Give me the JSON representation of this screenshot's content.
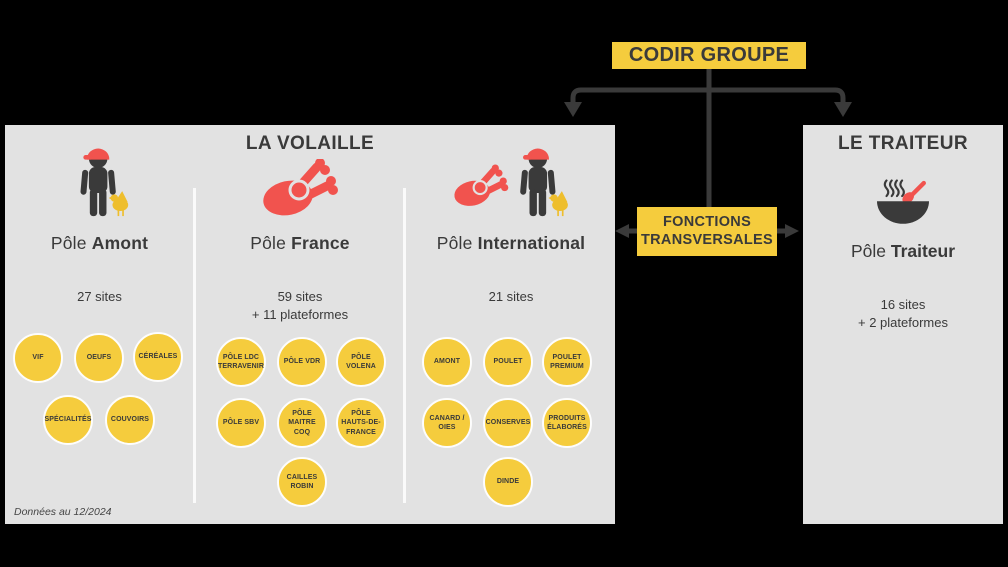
{
  "codir": {
    "label": "CODIR GROUPE"
  },
  "fonctions": {
    "line1": "FONCTIONS",
    "line2": "TRANSVERSALES"
  },
  "volaille": {
    "title": "LA VOLAILLE",
    "poles": [
      {
        "prefix": "Pôle",
        "name": "Amont",
        "sites": "27 sites",
        "plateformes": "",
        "icon": "farmer-with-chicken-icon",
        "bubbles": [
          "VIF",
          "OEUFS",
          "CÉRÉALES",
          "SPÉCIALITÉS",
          "COUVOIRS"
        ]
      },
      {
        "prefix": "Pôle",
        "name": "France",
        "sites": "59 sites",
        "plateformes": "+ 11 plateformes",
        "icon": "roast-poultry-icon",
        "bubbles": [
          "PÔLE LDC TERRAVENIR",
          "PÔLE VDR",
          "PÔLE VOLENA",
          "PÔLE SBV",
          "PÔLE MAITRE COQ",
          "PÔLE HAUTS-DE-FRANCE",
          "CAILLES ROBIN"
        ]
      },
      {
        "prefix": "Pôle",
        "name": "International",
        "sites": "21 sites",
        "plateformes": "",
        "icon": "roast-poultry-and-farmer-icon",
        "bubbles": [
          "AMONT",
          "POULET",
          "POULET PREMIUM",
          "CANARD / OIES",
          "CONSERVES",
          "PRODUITS ÉLABORÉS",
          "DINDE"
        ]
      }
    ]
  },
  "traiteur": {
    "title": "LE TRAITEUR",
    "prefix": "Pôle",
    "name": "Traiteur",
    "sites": "16 sites",
    "plateformes": "+ 2 plateformes",
    "icon": "steaming-bowl-icon"
  },
  "footnote": "Données au 12/2024",
  "colors": {
    "background": "#000000",
    "panel": "#E2E2E2",
    "accent_yellow": "#F5CC3D",
    "dark": "#3A3A3A",
    "red": "#F1534E",
    "chicken_yellow": "#EEBE2D"
  }
}
